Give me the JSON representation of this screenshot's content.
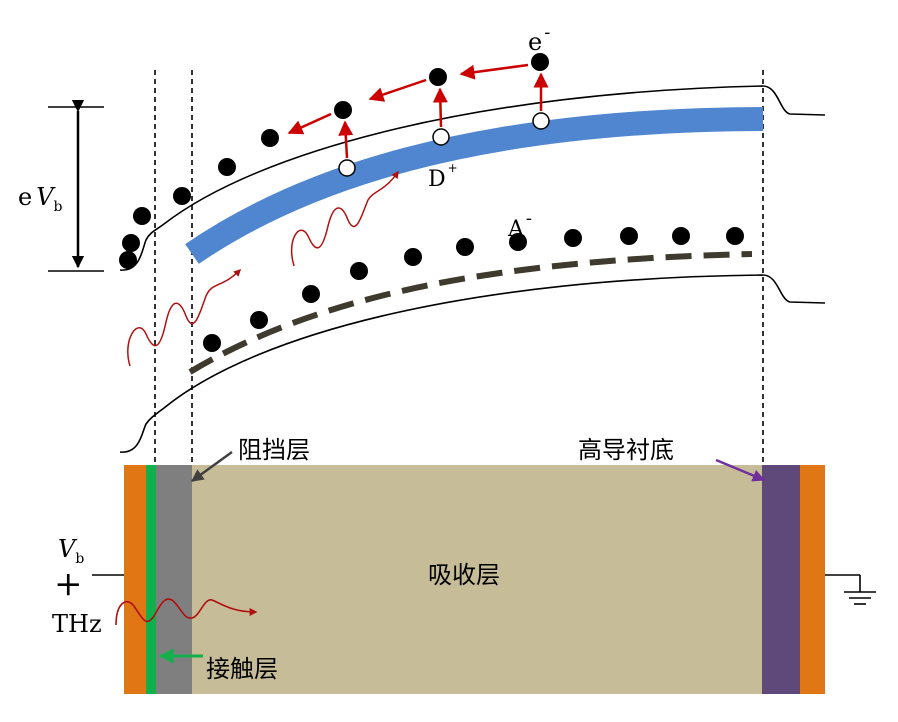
{
  "labels": {
    "barrier_voltage_prefix": "e",
    "barrier_voltage_symbol": "V",
    "barrier_voltage_sub": "b",
    "electron": "e",
    "electron_sup": "-",
    "donor": "D",
    "donor_sup": "+",
    "acceptor": "A",
    "acceptor_sup": "-",
    "blocking_layer": "阻挡层",
    "substrate": "高导衬底",
    "absorbing_layer": "吸收层",
    "contact_layer": "接触层",
    "bias_symbol": "V",
    "bias_sub": "b",
    "plus_sign": "+",
    "thz": "THz"
  },
  "colors": {
    "contact_electrode": "#e07614",
    "contact_layer": "#12b04c",
    "blocking_layer": "#7f7f7f",
    "absorbing_layer": "#c6bc98",
    "substrate": "#5f487a",
    "impurity_band": "#4f86cf",
    "acceptor_level": "#3e3b2e",
    "arrow_red": "#cc0000",
    "arrow_green": "#12b04c",
    "arrow_purple": "#7030a0",
    "arrow_gray": "#404040",
    "wave_red": "#b01010"
  },
  "icons": {
    "electron": "filled-circle",
    "hole": "open-circle",
    "ground": "ground-symbol",
    "photon": "wavy-arrow"
  }
}
